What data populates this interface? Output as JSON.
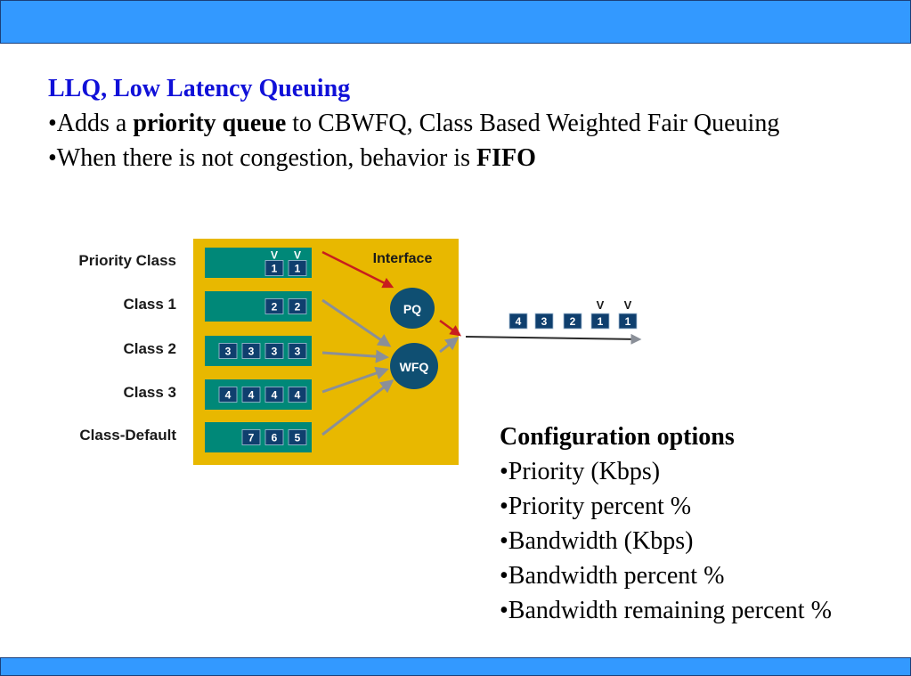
{
  "colors": {
    "bar": "#3399ff",
    "accent_title": "#1010d8",
    "panel": "#e8b800",
    "queue": "#008878",
    "packet": "#0f3f6e",
    "circle": "#0f4f72",
    "arrow_red": "#c81e1e"
  },
  "title": "LLQ, Low Latency Queuing",
  "bullet1": {
    "prefix": "•Adds a ",
    "bold": "priority queue",
    "suffix": " to CBWFQ, Class Based Weighted Fair Queuing"
  },
  "bullet2": {
    "prefix": "•When there is not congestion, behavior is ",
    "bold": "FIFO"
  },
  "diagram": {
    "interface_label": "Interface",
    "pq_label": "PQ",
    "wfq_label": "WFQ",
    "classes": [
      {
        "label": "Priority Class",
        "packets": [
          "1",
          "1"
        ],
        "marks": [
          "V",
          "V"
        ]
      },
      {
        "label": "Class 1",
        "packets": [
          "2",
          "2"
        ],
        "marks": []
      },
      {
        "label": "Class 2",
        "packets": [
          "3",
          "3",
          "3",
          "3"
        ],
        "marks": []
      },
      {
        "label": "Class 3",
        "packets": [
          "4",
          "4",
          "4",
          "4"
        ],
        "marks": []
      },
      {
        "label": "Class-Default",
        "packets": [
          "7",
          "6",
          "5"
        ],
        "marks": []
      }
    ],
    "output_packets": [
      "4",
      "3",
      "2",
      "1",
      "1"
    ],
    "output_marks": [
      "V",
      "V"
    ]
  },
  "config": {
    "heading": "Configuration options",
    "items": [
      "•Priority (Kbps)",
      "•Priority percent %",
      "•Bandwidth (Kbps)",
      "•Bandwidth percent %",
      "•Bandwidth remaining percent %"
    ]
  }
}
